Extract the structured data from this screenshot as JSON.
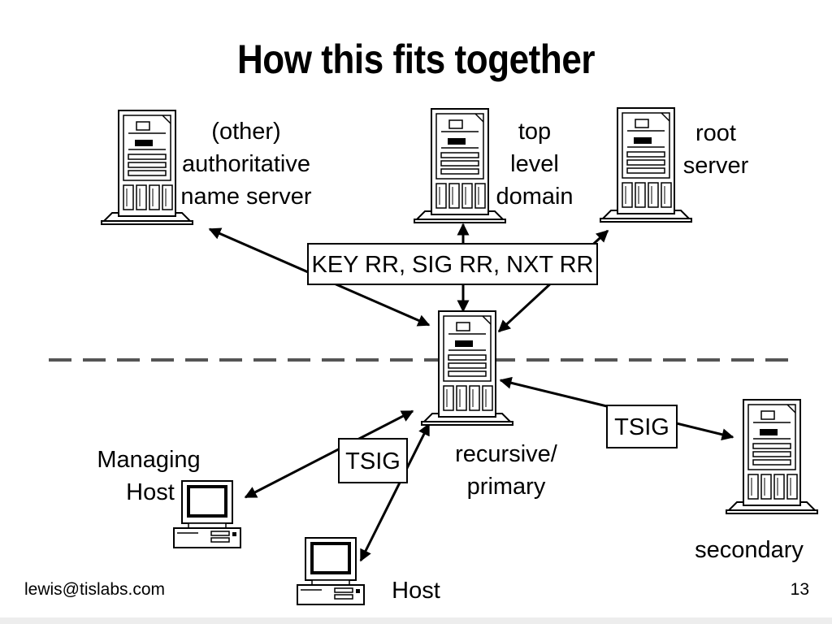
{
  "title": "How this fits together",
  "nodes": {
    "authoritative": {
      "lines": [
        "(other)",
        "authoritative",
        "name server"
      ]
    },
    "tld": {
      "lines": [
        "top",
        "level",
        "domain"
      ]
    },
    "root": {
      "lines": [
        "root",
        "server"
      ]
    },
    "recursive": {
      "lines": [
        "recursive/",
        "primary"
      ]
    },
    "secondary": {
      "lines": [
        "secondary"
      ]
    },
    "managing_host": {
      "lines": [
        "Managing",
        "Host"
      ]
    },
    "host": {
      "lines": [
        "Host"
      ]
    }
  },
  "labels": {
    "records": "KEY RR, SIG RR, NXT RR",
    "tsig_left": "TSIG",
    "tsig_right": "TSIG"
  },
  "footer": {
    "email": "lewis@tislabs.com",
    "page_number": "13"
  }
}
